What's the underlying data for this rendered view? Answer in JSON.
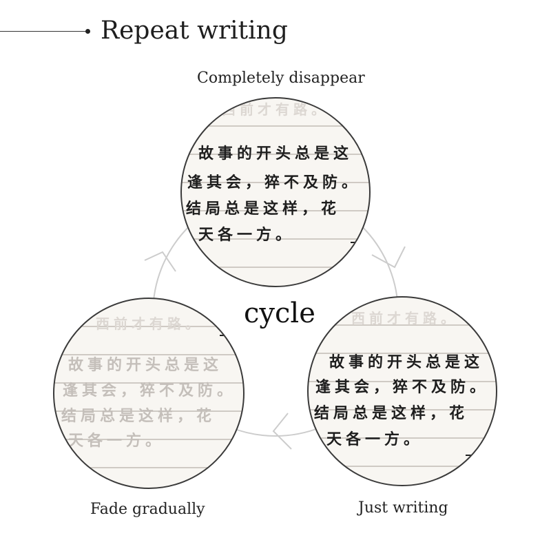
{
  "header": {
    "title": "Repeat writing"
  },
  "center": {
    "label": "cycle"
  },
  "stages": [
    {
      "id": "top",
      "label": "Completely disappear"
    },
    {
      "id": "right",
      "label": "Just writing"
    },
    {
      "id": "left",
      "label": "Fade gradually"
    }
  ],
  "passage": {
    "faint_line": "西前才有路。",
    "lines": [
      "故事的开头总是这",
      "逢其会，猝不及防。",
      "结局总是这样，花",
      "天各一方。"
    ]
  },
  "colors": {
    "ink": "#1e1e1e",
    "faded_ink": "#c4bfba",
    "faint_ink": "#dcd7d2",
    "cycle_line": "#cccccc",
    "paper": "#f8f6f2"
  }
}
